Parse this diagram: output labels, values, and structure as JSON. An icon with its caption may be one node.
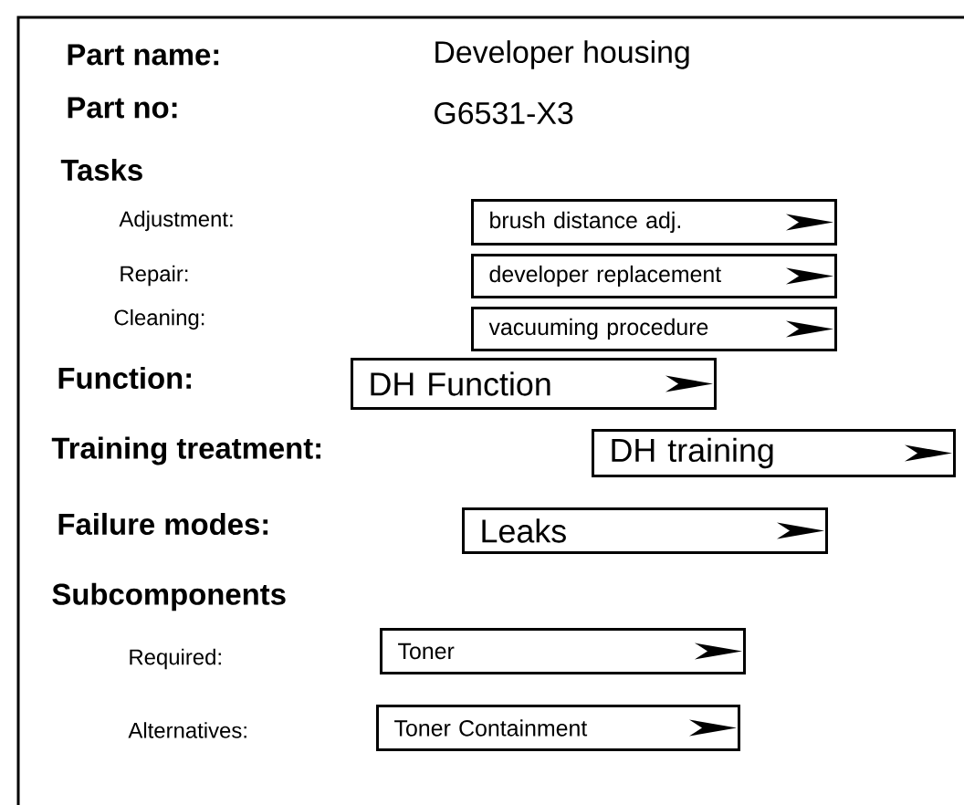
{
  "diagram": {
    "nodes": [
      {
        "text": [
          "brush distance adj."
        ]
      },
      {
        "text": [
          "developer replacement"
        ]
      },
      {
        "text": [
          "vacuuming procedure"
        ]
      },
      {
        "text": [
          "DH Function"
        ]
      },
      {
        "text": [
          "DH training"
        ]
      },
      {
        "text": [
          "Leaks"
        ]
      },
      {
        "text": [
          "Toner"
        ]
      },
      {
        "text": [
          "Toner Containment"
        ]
      }
    ],
    "labels": [
      "Part name:",
      "Developer housing",
      "Part no:",
      "G6531-X3",
      "Tasks",
      "Adjustment:",
      "Repair:",
      "Cleaning:",
      "Function:",
      "Training treatment:",
      "Failure modes:",
      "Subcomponents",
      "Required:",
      "Alternatives:"
    ]
  }
}
